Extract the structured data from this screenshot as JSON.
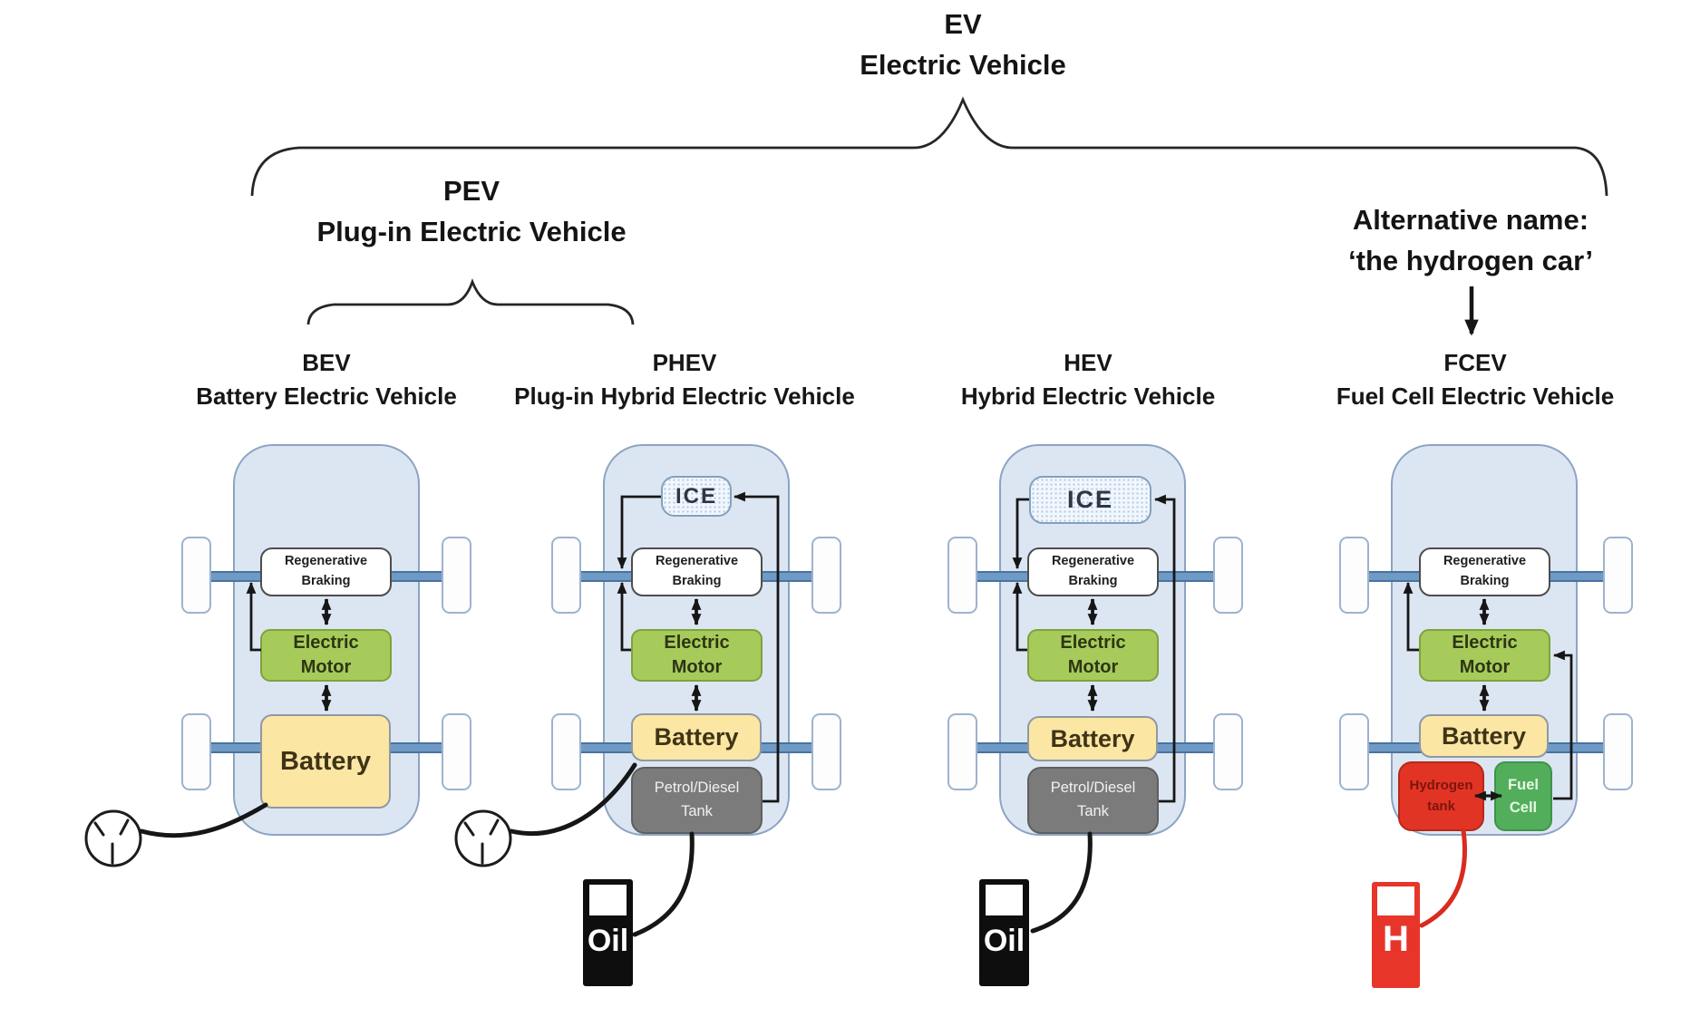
{
  "title": {
    "acronym": "EV",
    "name": "Electric Vehicle"
  },
  "groups": {
    "pev": {
      "acronym": "PEV",
      "name": "Plug-in Electric Vehicle"
    },
    "fcev_note": {
      "line1": "Alternative name:",
      "line2": "‘the hydrogen car’"
    }
  },
  "columns": [
    {
      "id": "bev",
      "acronym": "BEV",
      "name": "Battery Electric Vehicle"
    },
    {
      "id": "phev",
      "acronym": "PHEV",
      "name": "Plug-in Hybrid Electric Vehicle"
    },
    {
      "id": "hev",
      "acronym": "HEV",
      "name": "Hybrid Electric Vehicle"
    },
    {
      "id": "fcev",
      "acronym": "FCEV",
      "name": "Fuel Cell Electric Vehicle"
    }
  ],
  "labels": {
    "regenerative_braking": "Regenerative Braking",
    "electric_motor": "Electric Motor",
    "battery": "Battery",
    "ice": "ICE",
    "petrol_diesel_tank": "Petrol/Diesel Tank",
    "hydrogen_tank": "Hydrogen tank",
    "fuel_cell": "Fuel Cell",
    "oil_pump": "Oil",
    "hydrogen_pump": "H"
  },
  "icons": {
    "power_plug": "mains-plug",
    "oil_pump": "fuel-pump-black",
    "hydrogen_pump": "fuel-pump-red",
    "fcev_pointer": "arrow-down"
  },
  "colors": {
    "car_body": "#dce6f2",
    "axle": "#6f9ac5",
    "electric_motor": "#a6cb5b",
    "battery": "#fce6a4",
    "petrol_tank": "#7b7b7b",
    "hydrogen_tank": "#e23425",
    "fuel_cell": "#53ae5c",
    "cable": "#161616",
    "hydrogen_cable": "#d92b1e"
  }
}
